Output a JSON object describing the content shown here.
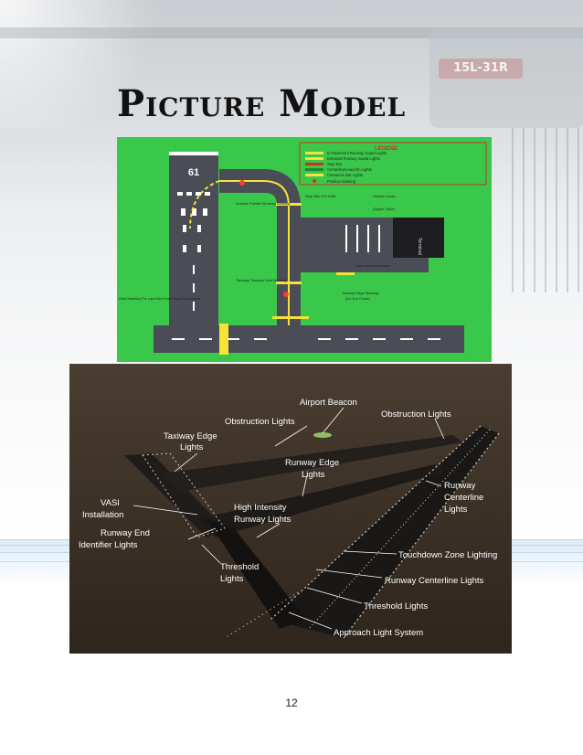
{
  "background": {
    "plate_text": "15L-31R"
  },
  "page": {
    "title": "Picture Model",
    "number": "12"
  },
  "figure1": {
    "legend": {
      "title": "LEGEND",
      "items": [
        "In-Pavement Runway Guard Lights",
        "Elevated Runway Guard Lights",
        "Stop Bar",
        "Centerline/Lead-On Lights",
        "Clearance Bar Lights",
        "Position Marking"
      ]
    },
    "runway_number": "61",
    "labels": {
      "surface_painted": "Surface Painted Runway Marking",
      "stop_bar": "Stop Bar/ ILS Hold",
      "vehicle_lanes": "Vehicle Lanes",
      "zipper": "(Zipper Style)",
      "terminal": "Terminal",
      "non_movement": "Non-Movement Area",
      "taxiway_hold": "Taxiway/ Taxiway Hold Marking",
      "edge_marking": "Taxiway Edge Marking",
      "do_not_cross": "(Do Not Cross)",
      "hold_marking": "Hold Marking For Land And Hold Short Operations"
    }
  },
  "figure2": {
    "labels": {
      "airport_beacon": "Airport Beacon",
      "obstruction_lights_1": "Obstruction Lights",
      "obstruction_lights_2": "Obstruction Lights",
      "taxiway_edge_1": "Taxiway Edge",
      "taxiway_edge_2": "Lights",
      "runway_edge_1": "Runway Edge",
      "runway_edge_2": "Lights",
      "runway_1": "Runway",
      "runway_2": "Centerline",
      "runway_3": "Lights",
      "vasi_1": "VASI",
      "vasi_2": "Installation",
      "high_intensity_1": "High Intensity",
      "high_intensity_2": "Runway Lights",
      "runway_end_1": "Runway End",
      "runway_end_2": "Identifier Lights",
      "touchdown": "Touchdown Zone Lighting",
      "threshold_1": "Threshold",
      "threshold_2": "Lights",
      "runway_centerline_lights": "Runway Centerline Lights",
      "threshold_lights": "Threshold Lights",
      "approach": "Approach Light System"
    }
  }
}
